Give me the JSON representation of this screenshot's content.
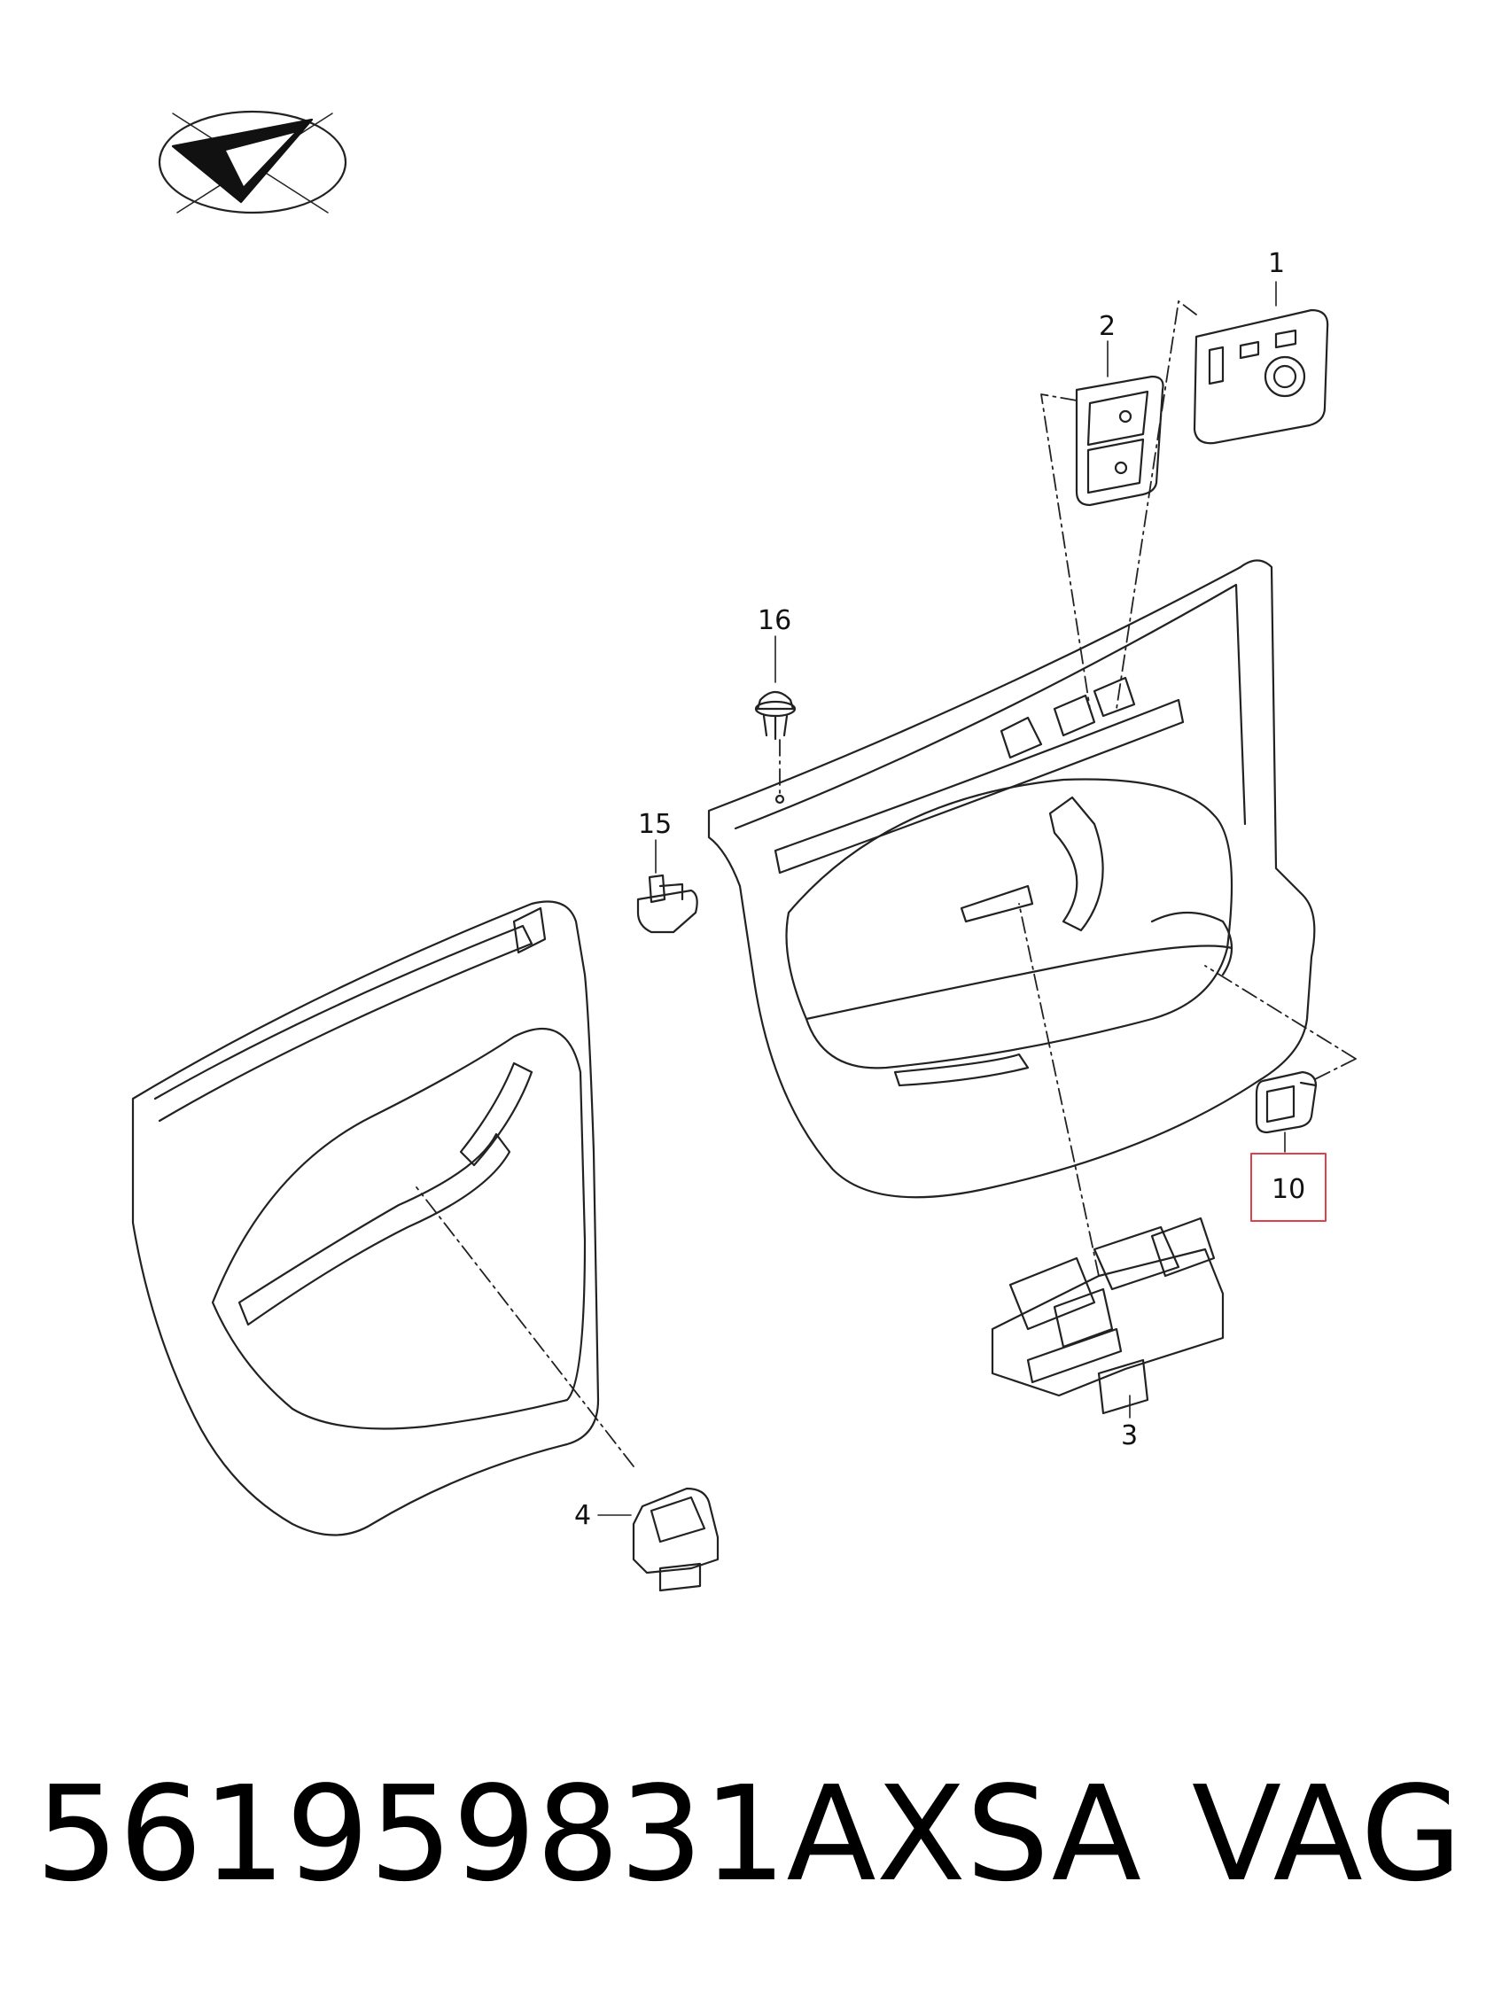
{
  "diagram": {
    "callouts": [
      {
        "id": "1",
        "label": "1"
      },
      {
        "id": "2",
        "label": "2"
      },
      {
        "id": "3",
        "label": "3"
      },
      {
        "id": "4",
        "label": "4"
      },
      {
        "id": "10",
        "label": "10",
        "highlighted": true
      },
      {
        "id": "15",
        "label": "15"
      },
      {
        "id": "16",
        "label": "16"
      }
    ],
    "highlight_color": "#e0404a",
    "icon": "direction-compass-icon"
  },
  "footer": {
    "part_number": "561959831AXSA",
    "brand": "VAG"
  }
}
